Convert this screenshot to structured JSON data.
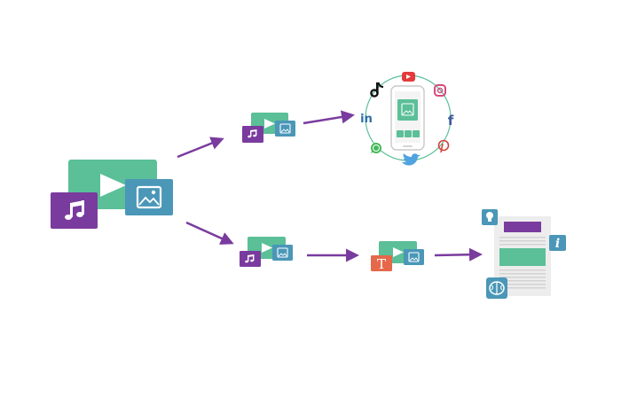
{
  "colors": {
    "video_green": "#5bbf98",
    "music_purple": "#7a3b9e",
    "image_blue": "#4a97b8",
    "arrow_purple": "#7a3b9e",
    "text_orange": "#e5684a",
    "ring_green": "#5bbf98",
    "doc_gray": "#e3e3e3",
    "doc_header": "#7a3b9e",
    "doc_block": "#5bbf98",
    "youtube_red": "#e33b3b",
    "instagram": "#d64a7e",
    "facebook": "#3b5998",
    "pinterest": "#d1453b",
    "twitter": "#4fa3df",
    "whatsapp": "#45b85a",
    "linkedin": "#2e6ea6",
    "tiktok": "#111111"
  },
  "icons": {
    "music": "music-note-icon",
    "image": "image-icon",
    "play": "play-icon",
    "text": "text-icon",
    "lightbulb": "lightbulb-icon",
    "info": "info-icon",
    "brain": "brain-icon"
  },
  "labels": {
    "text_glyph": "T",
    "info_glyph": "i",
    "linkedin": "in",
    "facebook": "f"
  }
}
